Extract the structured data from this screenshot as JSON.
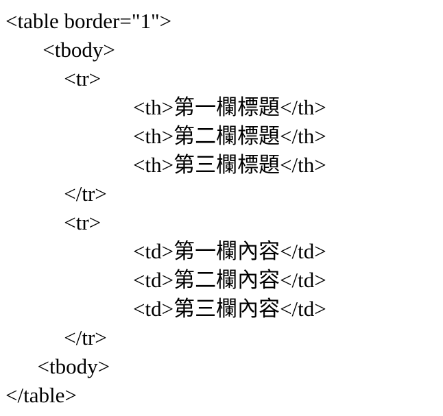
{
  "code": {
    "language": "html",
    "description": "HTML table markup source listing with Traditional Chinese cell text",
    "lines": [
      "<table border=\"1\">",
      "       <tbody>",
      "           <tr>",
      "                        <th>第一欄標題</th>",
      "                        <th>第二欄標題</th>",
      "                        <th>第三欄標題</th>",
      "           </tr>",
      "           <tr>",
      "                        <td>第一欄內容</td>",
      "                        <td>第二欄內容</td>",
      "                        <td>第三欄內容</td>",
      "           </tr>",
      "      <tbody>",
      "</table>"
    ]
  },
  "colors": {
    "background": "#ffffff",
    "text": "#000000"
  }
}
